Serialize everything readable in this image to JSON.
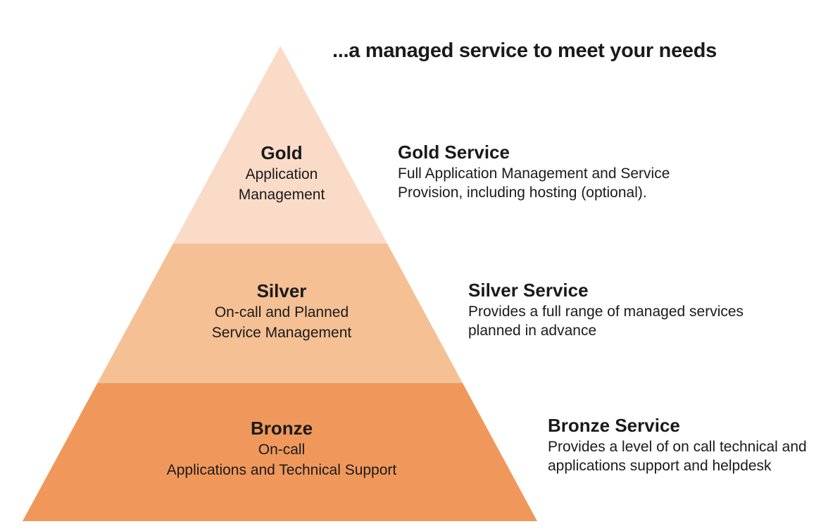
{
  "title": "...a managed service to meet your needs",
  "colors": {
    "background": "#FFFFFF",
    "text": "#1A1A1A",
    "gold_band": "#F9DBC7",
    "silver_band": "#F5C094",
    "bronze_band": "#F0985C"
  },
  "pyramid": {
    "shape": "triangle",
    "tier_order_top_to_bottom": [
      "gold",
      "silver",
      "bronze"
    ]
  },
  "tiers": [
    {
      "id": "gold",
      "label": "Gold",
      "sublabel_lines": [
        "Application",
        "Management"
      ],
      "band_color": "#F9DBC7",
      "service_title": "Gold Service",
      "service_lines": [
        "Full Application Management and Service",
        "Provision, including hosting (optional)."
      ]
    },
    {
      "id": "silver",
      "label": "Silver",
      "sublabel_lines": [
        "On-call and Planned",
        "Service Management"
      ],
      "band_color": "#F5C094",
      "service_title": "Silver Service",
      "service_lines": [
        "Provides a full range of managed services",
        "planned in advance"
      ]
    },
    {
      "id": "bronze",
      "label": "Bronze",
      "sublabel_lines": [
        "On-call",
        "Applications and Technical Support"
      ],
      "band_color": "#F0985C",
      "service_title": "Bronze Service",
      "service_lines": [
        "Provides a level of on call technical and",
        "applications support and helpdesk"
      ]
    }
  ]
}
